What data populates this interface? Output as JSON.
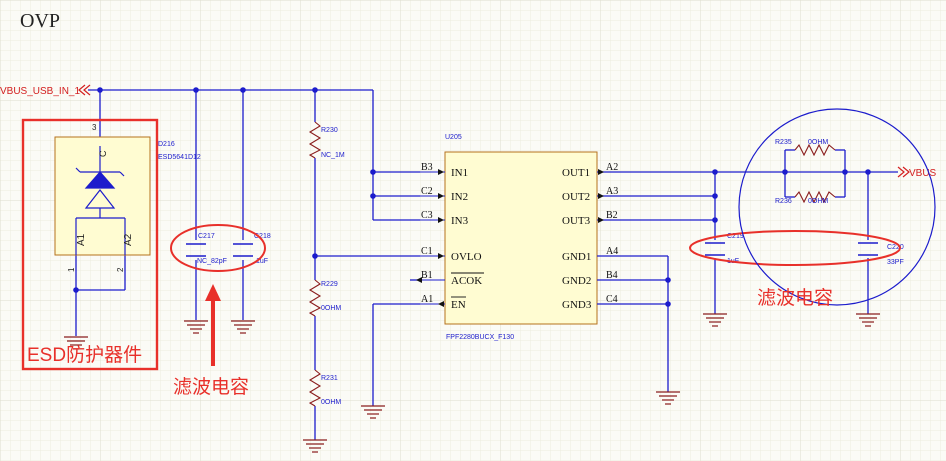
{
  "title": "OVP",
  "net_in": "VBUS_USB_IN_1",
  "net_out": "VBUS",
  "esd": {
    "ref": "D216",
    "part": "ESD5641D12",
    "pin_top": "3",
    "pin_c": "C",
    "pin_a1": "A1",
    "pin_a2": "A2",
    "pin_1": "1",
    "pin_2": "2"
  },
  "c217": {
    "ref": "C217",
    "value": "NC_82pF"
  },
  "c218": {
    "ref": "C218",
    "value": "1uF"
  },
  "r230": {
    "ref": "R230",
    "value": "NC_1M"
  },
  "r229": {
    "ref": "R229",
    "value": "0OHM"
  },
  "r231": {
    "ref": "R231",
    "value": "0OHM"
  },
  "u205": {
    "ref": "U205",
    "part": "FPF2280BUCX_F130",
    "left_pins": [
      {
        "ball": "B3",
        "name": "IN1"
      },
      {
        "ball": "C2",
        "name": "IN2"
      },
      {
        "ball": "C3",
        "name": "IN3"
      },
      {
        "ball": "C1",
        "name": "OVLO"
      },
      {
        "ball": "B1",
        "name": "ACOK"
      },
      {
        "ball": "A1",
        "name": "EN"
      }
    ],
    "right_pins": [
      {
        "ball": "A2",
        "name": "OUT1"
      },
      {
        "ball": "A3",
        "name": "OUT2"
      },
      {
        "ball": "B2",
        "name": "OUT3"
      },
      {
        "ball": "A4",
        "name": "GND1"
      },
      {
        "ball": "B4",
        "name": "GND2"
      },
      {
        "ball": "C4",
        "name": "GND3"
      }
    ]
  },
  "r235": {
    "ref": "R235",
    "value": "0OHM"
  },
  "r236": {
    "ref": "R236",
    "value": "0OHM"
  },
  "c219": {
    "ref": "C219",
    "value": "1uF"
  },
  "c220": {
    "ref": "C220",
    "value": "33PF"
  },
  "annotations": {
    "esd_label": "ESD防护器件",
    "filter_label_1": "滤波电容",
    "filter_label_2": "滤波电容"
  },
  "colors": {
    "wire": "#1c1ccc",
    "annotation": "#e8302a",
    "component": "#8a1c1c",
    "ic_fill": "#fffcd2",
    "ic_border": "#b5721c",
    "background": "#fbfbf6"
  }
}
